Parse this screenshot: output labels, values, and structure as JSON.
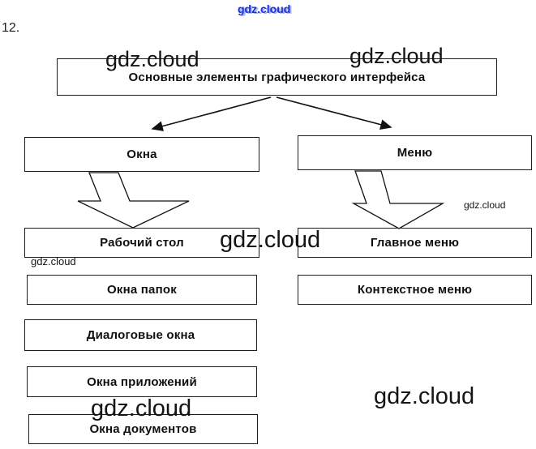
{
  "page": {
    "item_number": "12."
  },
  "watermark": {
    "text": "gdz.cloud",
    "accent_blue": "#1b2fd4"
  },
  "diagram": {
    "title": "Основные элементы графического интерфейса",
    "branches": [
      {
        "label": "Окна",
        "children": [
          "Рабочий стол",
          "Окна папок",
          "Диалоговые окна",
          "Окна приложений",
          "Окна документов"
        ]
      },
      {
        "label": "Меню",
        "children": [
          "Главное меню",
          "Контекстное меню"
        ]
      }
    ]
  }
}
